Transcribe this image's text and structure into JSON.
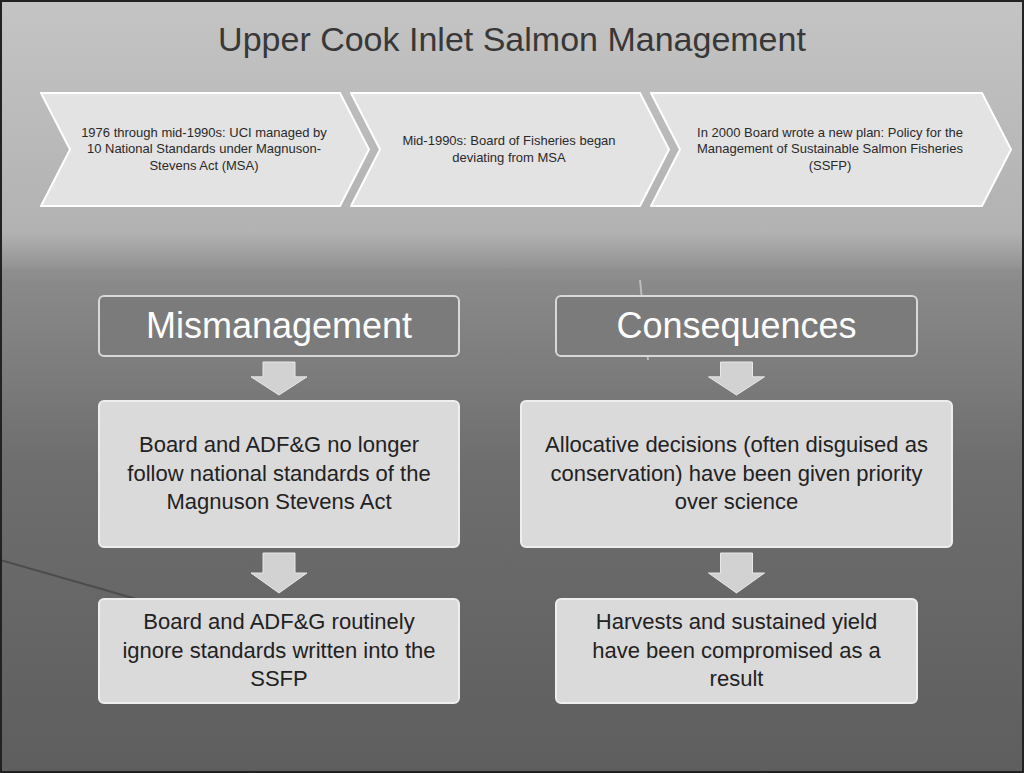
{
  "diagram": {
    "title": "Upper Cook Inlet Salmon Management",
    "nodes": [
      {
        "text": [
          "1976 through mid-1990s: UCI managed by 10 National Standards under Magnuson-Stevens Act (MSA)"
        ]
      },
      {
        "text": [
          "Mid-1990s: Board of Fisheries began deviating from MSA"
        ]
      },
      {
        "text": [
          "In 2000 Board wrote a new plan: Policy for the Management of Sustainable Salmon Fisheries (SSFP)"
        ]
      },
      {
        "text": [
          "Mismanagement"
        ]
      },
      {
        "text": [
          "Board and ADF&G no longer follow national standards of the Magnuson Stevens Act"
        ]
      },
      {
        "text": [
          "Board and ADF&G routinely ignore standards written into the SSFP"
        ]
      },
      {
        "text": [
          "Consequences"
        ]
      },
      {
        "text": [
          "Allocative decisions (often disguised as conservation) have been given priority over science"
        ]
      },
      {
        "text": [
          "Harvests and sustained yield have been compromised as a result"
        ]
      }
    ],
    "edges": [
      {
        "from": 3,
        "to": 4,
        "arrow": "to"
      },
      {
        "from": 4,
        "to": 5,
        "arrow": "to"
      },
      {
        "from": 6,
        "to": 7,
        "arrow": "to"
      },
      {
        "from": 7,
        "to": 8,
        "arrow": "to"
      }
    ]
  }
}
